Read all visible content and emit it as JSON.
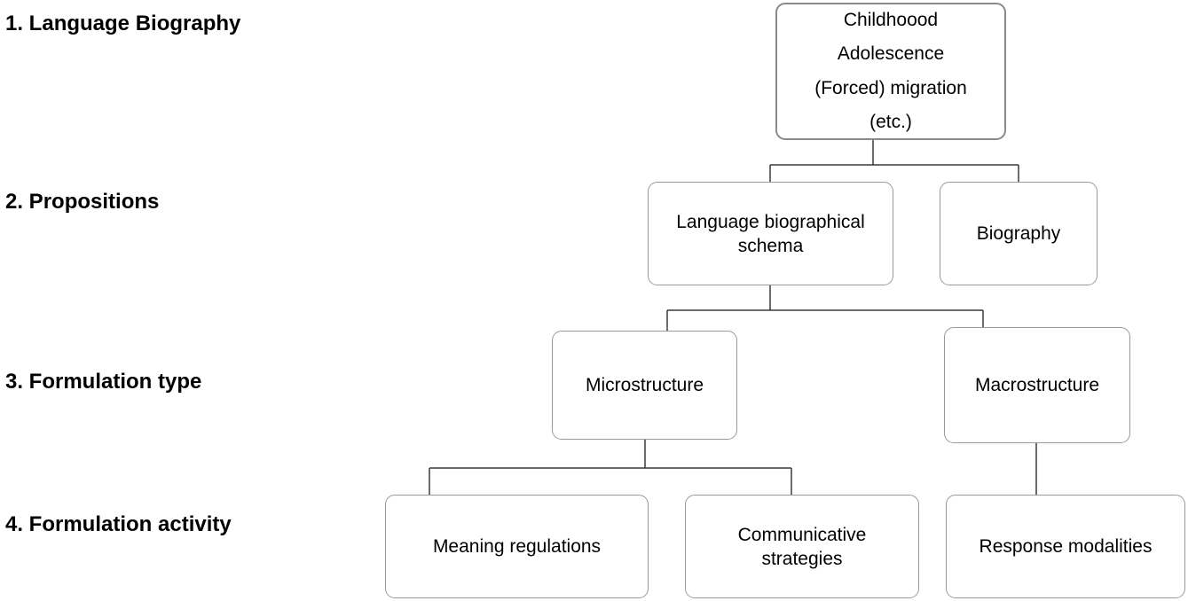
{
  "levels": [
    "1. Language Biography",
    "2. Propositions",
    "3. Formulation type",
    "4. Formulation activity"
  ],
  "nodes": {
    "root": [
      "Childhoood",
      "Adolescence",
      "(Forced) migration",
      "(etc.)"
    ],
    "schema": [
      "Language biographical",
      "schema"
    ],
    "biography": "Biography",
    "microstructure": "Microstructure",
    "macrostructure": "Macrostructure",
    "meaning_regulations": "Meaning regulations",
    "communicative_strategies": [
      "Communicative",
      "strategies"
    ],
    "response_modalities": "Response modalities"
  },
  "colors": {
    "node_border": "#9a9a9a",
    "connector": "#3a3a3a",
    "text": "#000000",
    "background": "#ffffff"
  }
}
